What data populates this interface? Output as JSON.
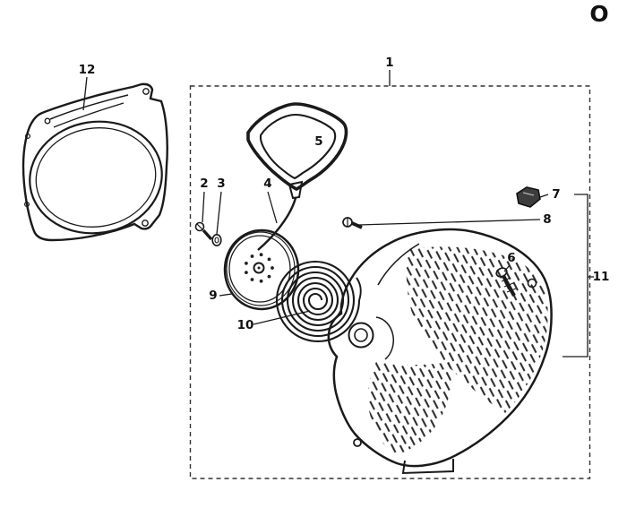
{
  "page_letter": "O",
  "colors": {
    "line": "#1a1a1a",
    "dark_part": "#3d3d3d",
    "background": "#ffffff"
  },
  "labels": {
    "p1": "1",
    "p2": "2",
    "p3": "3",
    "p4": "4",
    "p5": "5",
    "p6": "6",
    "p7": "7",
    "p8": "8",
    "p9": "9",
    "p10": "10",
    "p11": "11",
    "p12": "12"
  }
}
